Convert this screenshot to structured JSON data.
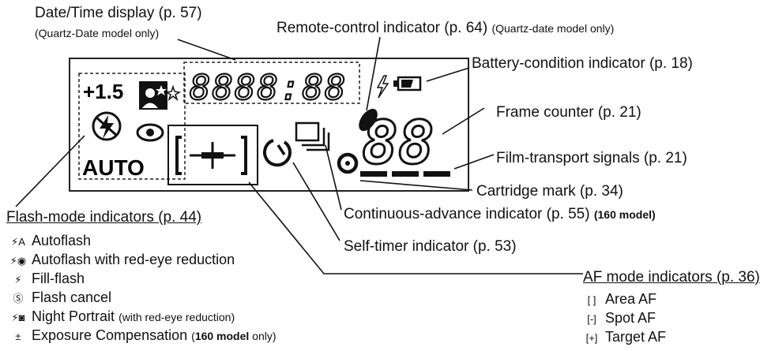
{
  "callouts": {
    "datetime": {
      "label": "Date/Time display (p. 57)",
      "note": "(Quartz-Date model only)"
    },
    "remote": {
      "label": "Remote-control indicator (p. 64)",
      "note": "(Quartz-date model only)"
    },
    "battery": {
      "label": "Battery-condition indicator (p. 18)"
    },
    "frame": {
      "label": "Frame counter (p. 21)"
    },
    "film": {
      "label": "Film-transport signals (p. 21)"
    },
    "cartridge": {
      "label": "Cartridge mark (p. 34)"
    },
    "continuous": {
      "label": "Continuous-advance indicator (p. 55)",
      "note": "(160 model)"
    },
    "selftimer": {
      "label": "Self-timer indicator (p. 53)"
    }
  },
  "lcd": {
    "comp_value": "+1.5",
    "auto_text": "AUTO",
    "datetime_digits": "8888:88",
    "frame_digits": "88"
  },
  "flash_legend": {
    "heading": "Flash-mode indicators (p. 44)",
    "items": [
      {
        "icon": "⚡A",
        "label": "Autoflash",
        "note": ""
      },
      {
        "icon": "⚡◉",
        "label": "Autoflash with red-eye reduction",
        "note": ""
      },
      {
        "icon": "⚡",
        "label": "Fill-flash",
        "note": ""
      },
      {
        "icon": "Ⓢ",
        "label": "Flash cancel",
        "note": ""
      },
      {
        "icon": "⚡◙",
        "label": "Night Portrait",
        "note": "(with red-eye reduction)"
      },
      {
        "icon": "±",
        "label": "Exposure Compensation",
        "note_prefix": "(",
        "note_bold": "160 model",
        "note_suffix": " only)"
      }
    ]
  },
  "af_legend": {
    "heading": "AF mode indicators (p. 36)",
    "items": [
      {
        "icon": "[ ]",
        "label": "Area AF"
      },
      {
        "icon": "[-]",
        "label": "Spot AF"
      },
      {
        "icon": "[+]",
        "label": "Target AF"
      }
    ]
  }
}
